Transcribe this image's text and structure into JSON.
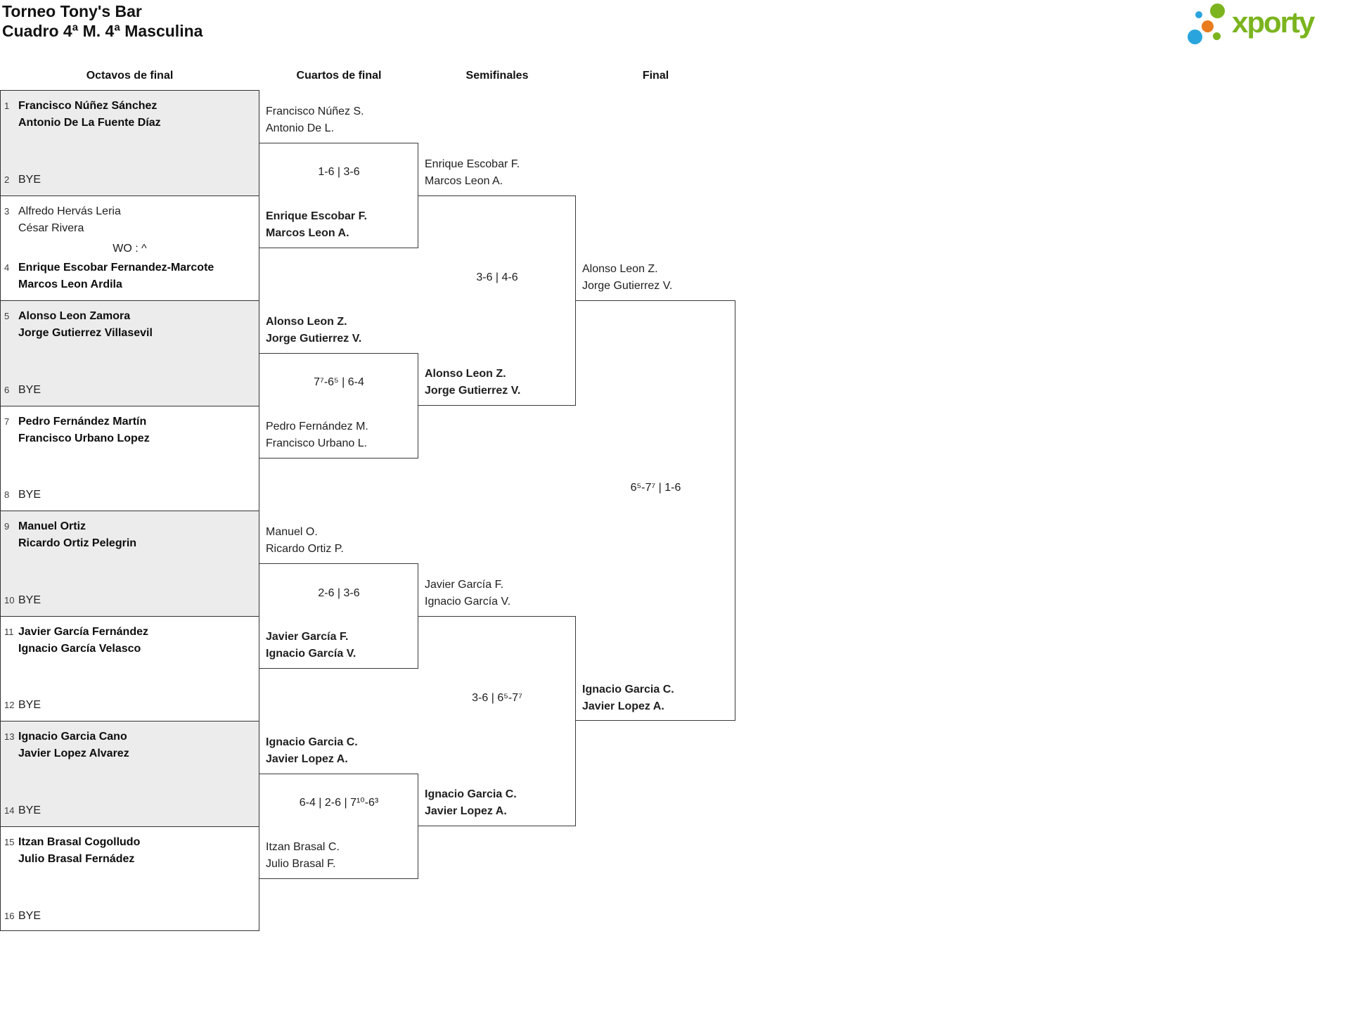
{
  "header": {
    "title_line1": "Torneo Tony's Bar",
    "title_line2": "Cuadro 4ª M. 4ª Masculina",
    "logo": {
      "text": "xporty",
      "green": "#7bb41e",
      "blue": "#29a4dd",
      "orange": "#e87c1e"
    }
  },
  "round_headers": {
    "r16": "Octavos de final",
    "qf": "Cuartos de final",
    "sf": "Semifinales",
    "final": "Final"
  },
  "r16": {
    "pairs": [
      {
        "shaded": true,
        "top": {
          "seed": "1",
          "line1": "Francisco Núñez Sánchez",
          "line2": "Antonio De La Fuente Díaz",
          "winner": true
        },
        "bottom": {
          "seed": "2",
          "line1": "BYE",
          "winner": false
        },
        "score": ""
      },
      {
        "shaded": false,
        "top": {
          "seed": "3",
          "line1": "Alfredo Hervás Leria",
          "line2": "César Rivera",
          "winner": false
        },
        "bottom": {
          "seed": "4",
          "line1": "Enrique Escobar Fernandez-Marcote",
          "line2": "Marcos Leon Ardila",
          "winner": true
        },
        "score": "WO : ^"
      },
      {
        "shaded": true,
        "top": {
          "seed": "5",
          "line1": "Alonso Leon Zamora",
          "line2": "Jorge Gutierrez Villasevil",
          "winner": true
        },
        "bottom": {
          "seed": "6",
          "line1": "BYE",
          "winner": false
        },
        "score": ""
      },
      {
        "shaded": false,
        "top": {
          "seed": "7",
          "line1": "Pedro Fernández Martín",
          "line2": "Francisco Urbano Lopez",
          "winner": true
        },
        "bottom": {
          "seed": "8",
          "line1": "BYE",
          "winner": false
        },
        "score": ""
      },
      {
        "shaded": true,
        "top": {
          "seed": "9",
          "line1": "Manuel Ortiz",
          "line2": "Ricardo Ortiz Pelegrin",
          "winner": true
        },
        "bottom": {
          "seed": "10",
          "line1": "BYE",
          "winner": false
        },
        "score": ""
      },
      {
        "shaded": false,
        "top": {
          "seed": "11",
          "line1": "Javier García Fernández",
          "line2": "Ignacio García Velasco",
          "winner": true
        },
        "bottom": {
          "seed": "12",
          "line1": "BYE",
          "winner": false
        },
        "score": ""
      },
      {
        "shaded": true,
        "top": {
          "seed": "13",
          "line1": "Ignacio Garcia Cano",
          "line2": "Javier Lopez Alvarez",
          "winner": true
        },
        "bottom": {
          "seed": "14",
          "line1": "BYE",
          "winner": false
        },
        "score": ""
      },
      {
        "shaded": false,
        "top": {
          "seed": "15",
          "line1": "Itzan Brasal Cogolludo",
          "line2": "Julio Brasal Fernádez",
          "winner": true
        },
        "bottom": {
          "seed": "16",
          "line1": "BYE",
          "winner": false
        },
        "score": ""
      }
    ]
  },
  "qf": {
    "matches": [
      {
        "top": {
          "line1": "Francisco Núñez S.",
          "line2": "Antonio De L.",
          "winner": false
        },
        "score": "1-6 | 3-6",
        "bottom": {
          "line1": "Enrique Escobar F.",
          "line2": "Marcos Leon A.",
          "winner": true
        }
      },
      {
        "top": {
          "line1": "Alonso Leon Z.",
          "line2": "Jorge Gutierrez V.",
          "winner": true
        },
        "score": "7⁷-6⁵ | 6-4",
        "bottom": {
          "line1": "Pedro Fernández M.",
          "line2": "Francisco Urbano L.",
          "winner": false
        }
      },
      {
        "top": {
          "line1": "Manuel O.",
          "line2": "Ricardo Ortiz P.",
          "winner": false
        },
        "score": "2-6 | 3-6",
        "bottom": {
          "line1": "Javier García F.",
          "line2": "Ignacio García V.",
          "winner": true
        }
      },
      {
        "top": {
          "line1": "Ignacio Garcia C.",
          "line2": "Javier Lopez A.",
          "winner": true
        },
        "score": "6-4 | 2-6 | 7¹⁰-6³",
        "bottom": {
          "line1": "Itzan Brasal C.",
          "line2": "Julio Brasal F.",
          "winner": false
        }
      }
    ]
  },
  "sf": {
    "matches": [
      {
        "top": {
          "line1": "Enrique Escobar F.",
          "line2": "Marcos Leon A.",
          "winner": false
        },
        "score": "3-6 | 4-6",
        "bottom": {
          "line1": "Alonso Leon Z.",
          "line2": "Jorge Gutierrez V.",
          "winner": true
        }
      },
      {
        "top": {
          "line1": "Javier García F.",
          "line2": "Ignacio García V.",
          "winner": false
        },
        "score": "3-6 | 6⁵-7⁷",
        "bottom": {
          "line1": "Ignacio Garcia C.",
          "line2": "Javier Lopez A.",
          "winner": true
        }
      }
    ]
  },
  "final": {
    "top": {
      "line1": "Alonso Leon Z.",
      "line2": "Jorge Gutierrez V.",
      "winner": false
    },
    "score": "6⁵-7⁷ | 1-6",
    "bottom": {
      "line1": "Ignacio Garcia C.",
      "line2": "Javier Lopez A.",
      "winner": true
    }
  }
}
